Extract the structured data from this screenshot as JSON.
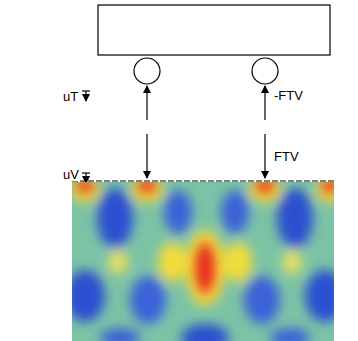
{
  "diagram": {
    "labels": [
      "uT",
      "-FTV",
      "FTV",
      "uV"
    ]
  }
}
